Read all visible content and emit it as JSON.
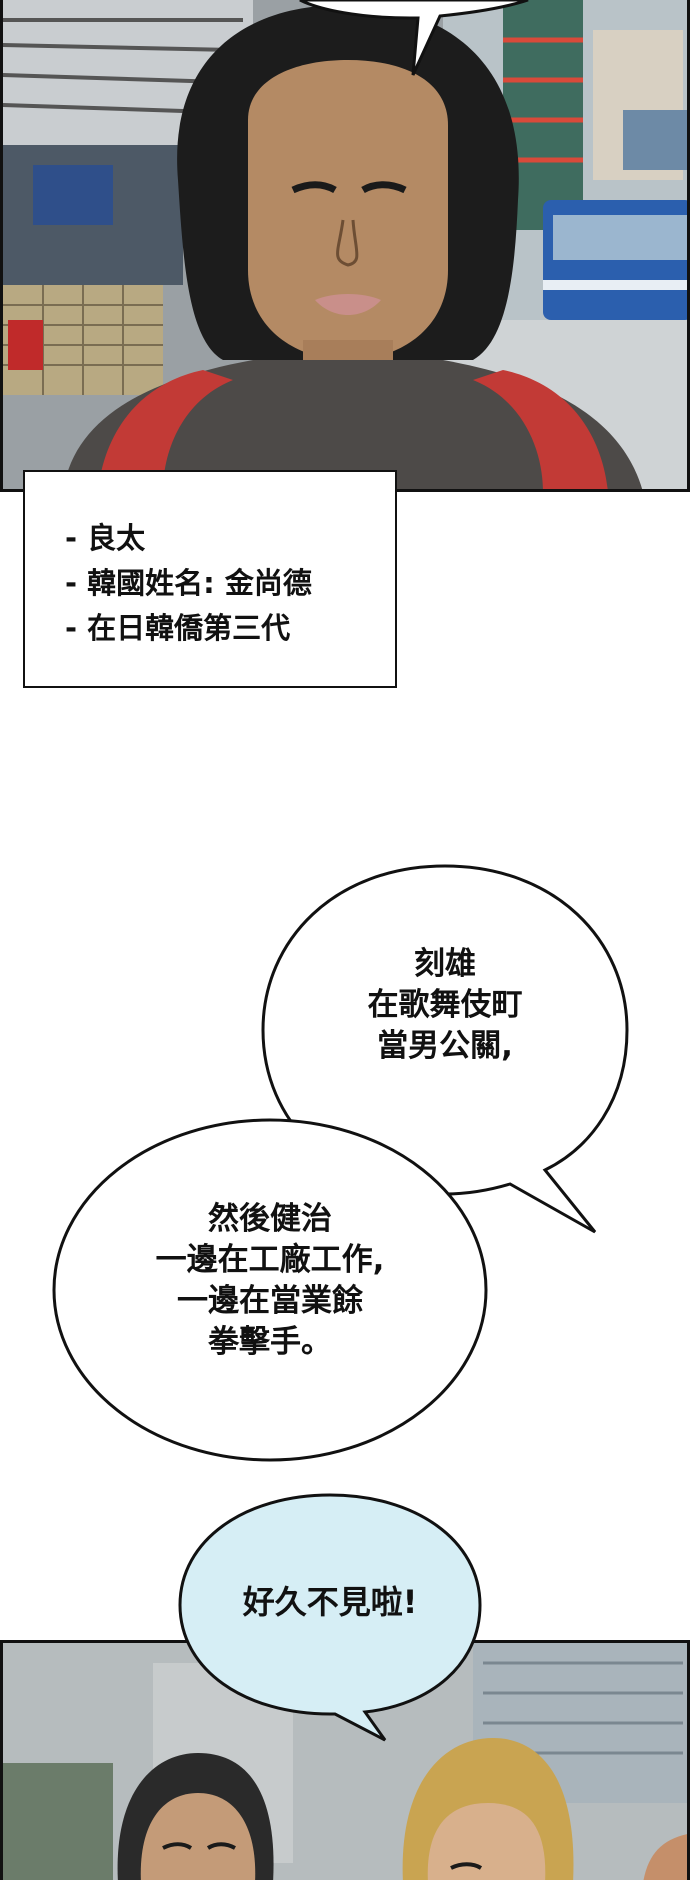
{
  "caption": {
    "lines": [
      "- 良太",
      "- 韓國姓名: 金尚德",
      "- 在日韓僑第三代"
    ]
  },
  "bubble_1": {
    "lines": [
      "刻雄",
      "在歌舞伎町",
      "當男公關,"
    ]
  },
  "bubble_2": {
    "lines": [
      "然後健治",
      "一邊在工廠工作,",
      "一邊在當業餘",
      "拳擊手。"
    ]
  },
  "bubble_3": {
    "lines": [
      "好久不見啦!"
    ]
  },
  "colors": {
    "bubble_fill": "#ffffff",
    "bubble_blue_fill": "#d6eef5",
    "ink": "#111111"
  }
}
